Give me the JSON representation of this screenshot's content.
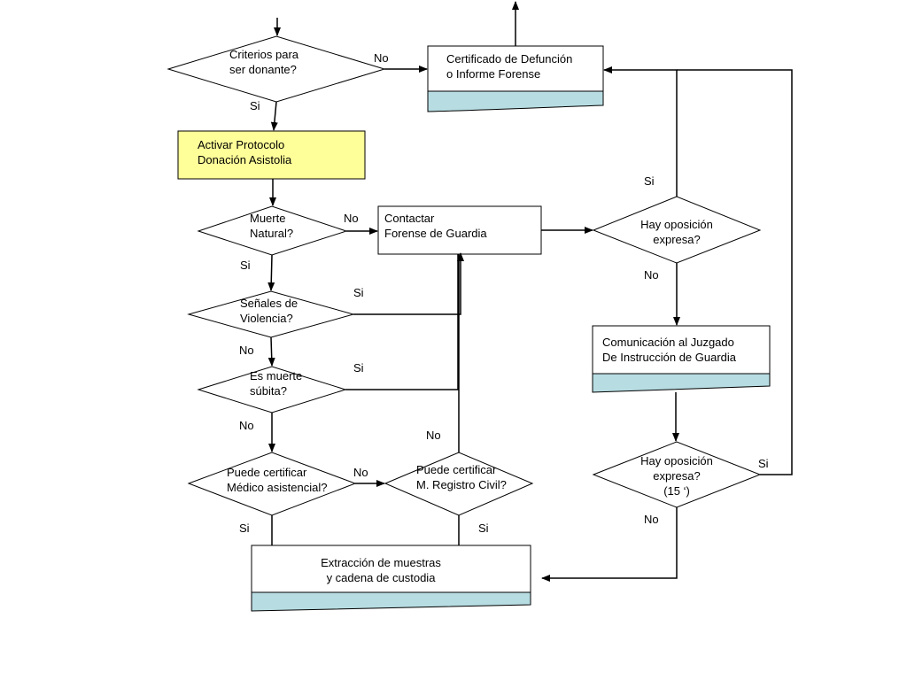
{
  "colors": {
    "highlight_fill": "#ffff99",
    "document_band": "#b7dde2",
    "stroke": "#000000"
  },
  "nodes": {
    "criterios": "Criterios para\nser donante?",
    "certificado": "Certificado de Defunción\no Informe Forense",
    "activar": "Activar Protocolo\nDonación Asistolia",
    "muerte": "Muerte\nNatural?",
    "contactar": "Contactar\nForense de Guardia",
    "oposicion1": "Hay oposición\nexpresa?",
    "senales": "Señales de\nViolencia?",
    "comunicacion": "Comunicación al Juzgado\nDe Instrucción de Guardia",
    "subita": "Es muerte\nsúbita?",
    "medico": "Puede certificar\nMédico asistencial?",
    "registro": "Puede certificar\nM. Registro Civil?",
    "oposicion2": "Hay oposición\nexpresa?\n(15 ‘)",
    "extraccion": "Extracción de muestras\ny cadena de custodia"
  },
  "edge_labels": {
    "criterios_no": "No",
    "criterios_si": "Si",
    "muerte_no": "No",
    "muerte_si": "Si",
    "senales_si": "Si",
    "senales_no": "No",
    "subita_si": "Si",
    "subita_no": "No",
    "medico_no": "No",
    "medico_si": "Si",
    "registro_no": "No",
    "registro_si": "Si",
    "oposicion1_si": "Si",
    "oposicion1_no": "No",
    "oposicion2_si": "Si",
    "oposicion2_no": "No"
  }
}
